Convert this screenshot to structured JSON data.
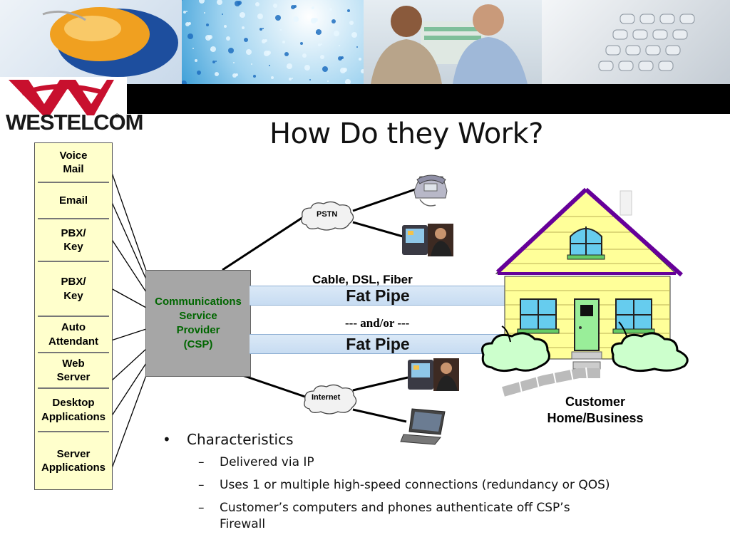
{
  "slide": {
    "title": "How Do they Work?",
    "logo_text": "WESTELCOM",
    "logo_registered": "®"
  },
  "services": [
    {
      "label": "Voice\nMail"
    },
    {
      "label": "Email"
    },
    {
      "label": "PBX/\nKey"
    },
    {
      "label": "PBX/\nKey"
    },
    {
      "label": "Auto\nAttendant"
    },
    {
      "label": "Web\nServer"
    },
    {
      "label": "Desktop\nApplications"
    },
    {
      "label": "Server\nApplications"
    }
  ],
  "csp": {
    "label": "Communications\nService\nProvider\n(CSP)"
  },
  "connections": {
    "cable_label": "Cable, DSL, Fiber",
    "pipe_1": "Fat Pipe",
    "and_or": "--- and/or ---",
    "pipe_2": "Fat Pipe"
  },
  "clouds": {
    "pstn": "PSTN",
    "internet": "Internet"
  },
  "customer": {
    "label": "Customer\nHome/Business"
  },
  "bullets": {
    "heading": "Characteristics",
    "items": [
      "Delivered via IP",
      "Uses 1 or multiple high-speed connections (redundancy or QOS)",
      "Customer’s computers and phones authenticate off CSP’s Firewall"
    ]
  },
  "colors": {
    "csp_text": "#006600",
    "service_fill": "#ffffcc",
    "house_wall": "#ffff99",
    "roof_trim": "#660099"
  },
  "icons": [
    "mouse-photo",
    "fiber-optic-photo",
    "meeting-photo",
    "keypad-photo",
    "desk-phone-icon",
    "pda-icon",
    "laptop-icon",
    "house-icon"
  ]
}
